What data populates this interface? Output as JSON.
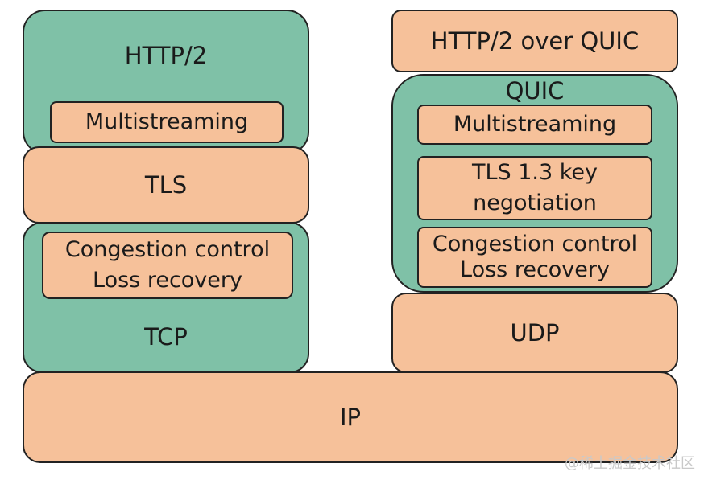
{
  "left_stack": {
    "http2": {
      "label": "HTTP/2",
      "multistreaming": "Multistreaming"
    },
    "tls": "TLS",
    "tcp": {
      "label": "TCP",
      "congestion_control": "Congestion control",
      "loss_recovery": "Loss recovery"
    }
  },
  "right_stack": {
    "http2_over_quic": "HTTP/2 over QUIC",
    "quic": {
      "label": "QUIC",
      "multistreaming": "Multistreaming",
      "tls_line1": "TLS 1.3 key",
      "tls_line2": "negotiation",
      "congestion_control": "Congestion control",
      "loss_recovery": "Loss recovery"
    },
    "udp": "UDP"
  },
  "ip": "IP",
  "watermark": "@稀土掘金技术社区",
  "colors": {
    "green": "#7fc1a7",
    "orange": "#f6c19a",
    "border": "#222222"
  }
}
